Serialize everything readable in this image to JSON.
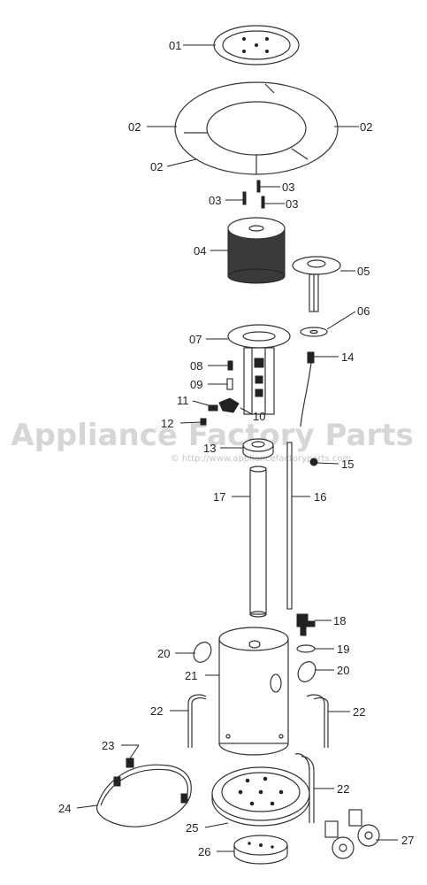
{
  "watermark": {
    "brand": "Appliance Factory Parts",
    "url": "© http://www.appliancefactoryparts.com"
  },
  "callouts": [
    {
      "id": "label-01",
      "text": "01"
    },
    {
      "id": "label-02a",
      "text": "02"
    },
    {
      "id": "label-02b",
      "text": "02"
    },
    {
      "id": "label-02c",
      "text": "02"
    },
    {
      "id": "label-03a",
      "text": "03"
    },
    {
      "id": "label-03b",
      "text": "03"
    },
    {
      "id": "label-03c",
      "text": "03"
    },
    {
      "id": "label-04",
      "text": "04"
    },
    {
      "id": "label-05",
      "text": "05"
    },
    {
      "id": "label-06",
      "text": "06"
    },
    {
      "id": "label-07",
      "text": "07"
    },
    {
      "id": "label-08",
      "text": "08"
    },
    {
      "id": "label-09",
      "text": "09"
    },
    {
      "id": "label-10",
      "text": "10"
    },
    {
      "id": "label-11",
      "text": "11"
    },
    {
      "id": "label-12",
      "text": "12"
    },
    {
      "id": "label-13",
      "text": "13"
    },
    {
      "id": "label-14",
      "text": "14"
    },
    {
      "id": "label-15",
      "text": "15"
    },
    {
      "id": "label-16",
      "text": "16"
    },
    {
      "id": "label-17",
      "text": "17"
    },
    {
      "id": "label-18",
      "text": "18"
    },
    {
      "id": "label-19",
      "text": "19"
    },
    {
      "id": "label-20a",
      "text": "20"
    },
    {
      "id": "label-20b",
      "text": "20"
    },
    {
      "id": "label-21",
      "text": "21"
    },
    {
      "id": "label-22a",
      "text": "22"
    },
    {
      "id": "label-22b",
      "text": "22"
    },
    {
      "id": "label-22c",
      "text": "22"
    },
    {
      "id": "label-23",
      "text": "23"
    },
    {
      "id": "label-24",
      "text": "24"
    },
    {
      "id": "label-25",
      "text": "25"
    },
    {
      "id": "label-26",
      "text": "26"
    },
    {
      "id": "label-27",
      "text": "27"
    }
  ]
}
